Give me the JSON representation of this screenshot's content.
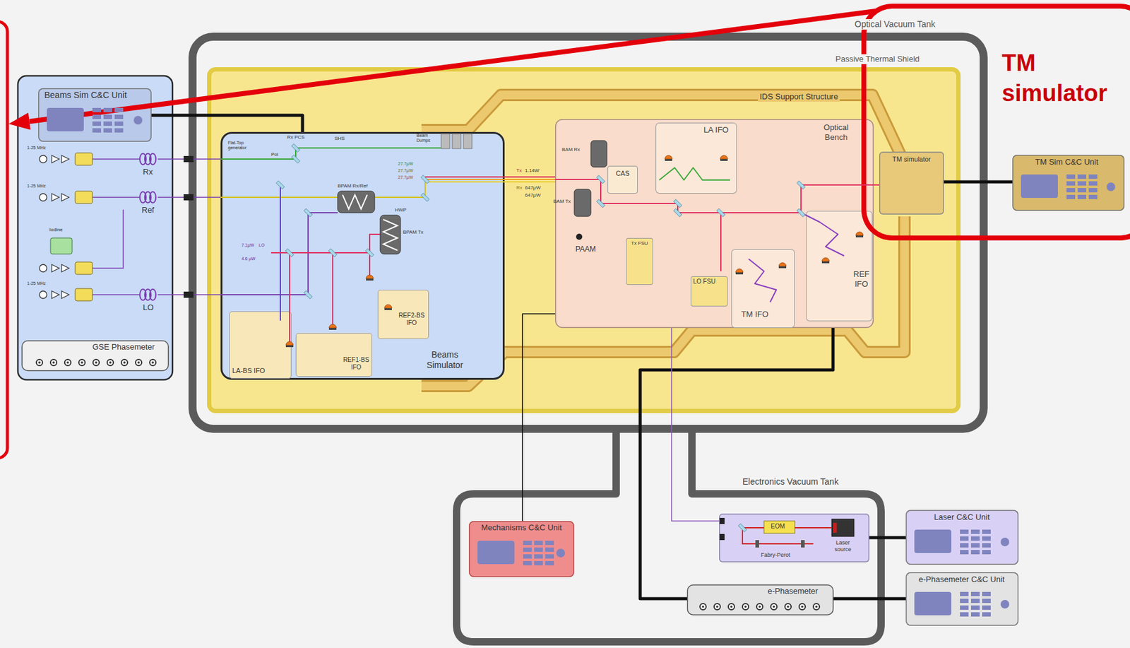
{
  "diagram": {
    "nodes": [
      {
        "text": [
          "Optical Vacuum Tank"
        ]
      },
      {
        "text": [
          "Passive Thermal Shield"
        ],
        "in": 0
      },
      {
        "text": [
          "IDS Support Structure"
        ],
        "in": 1
      },
      {
        "text": [
          "Optical Bench"
        ],
        "in": 2
      },
      {
        "text": [
          "LA IFO"
        ],
        "in": 3
      },
      {
        "text": [
          "CAS"
        ],
        "in": 3
      },
      {
        "text": [
          "Tx FSU"
        ],
        "in": 3
      },
      {
        "text": [
          "LO FSU"
        ],
        "in": 3
      },
      {
        "text": [
          "TM IFO"
        ],
        "in": 3
      },
      {
        "text": [
          "REF IFO"
        ],
        "in": 3
      },
      {
        "text": [
          "TM simulator"
        ],
        "in": 1
      },
      {
        "text": [
          "Beams Simulator"
        ],
        "in": 1
      },
      {
        "text": [
          "LA-BS IFO"
        ],
        "in": 11
      },
      {
        "text": [
          "REF1-BS IFO"
        ],
        "in": 11
      },
      {
        "text": [
          "REF2-BS IFO"
        ],
        "in": 11
      },
      {
        "text": [
          "Beams Sim C&C Unit"
        ]
      },
      {
        "text": [
          "GSE Phasemeter"
        ]
      },
      {
        "text": [
          "TM Sim C&C Unit"
        ]
      },
      {
        "text": [
          "Electronics Vacuum Tank"
        ]
      },
      {
        "text": [
          "Mechanisms C&C Unit"
        ],
        "in": 18
      },
      {
        "text": [
          "EOM",
          "Fabry-Perot",
          "Laser source"
        ],
        "in": 18
      },
      {
        "text": [
          "e-Phasemeter"
        ],
        "in": 18
      },
      {
        "text": [
          "Laser C&C Unit"
        ]
      },
      {
        "text": [
          "e-Phasemeter C&C Unit"
        ]
      },
      {
        "text": [
          "TM simulator"
        ]
      }
    ],
    "edges": [
      {
        "from": 15,
        "to": 11,
        "arrow": "none"
      },
      {
        "from": 17,
        "to": 10,
        "arrow": "none"
      },
      {
        "from": 22,
        "to": 20,
        "arrow": "none"
      },
      {
        "from": 23,
        "to": 21,
        "arrow": "none"
      },
      {
        "from": 21,
        "to": 3,
        "arrow": "none"
      },
      {
        "from": 19,
        "to": 3,
        "arrow": "none"
      },
      {
        "from": 20,
        "to": 3,
        "arrow": "none"
      }
    ],
    "labels": [
      "1-25 MHz",
      "Rx",
      "1-25 MHz",
      "Ref",
      "Iodine",
      "1-25 MHz",
      "LO",
      "Flat-Top generator",
      "Rx PCS",
      "SHS",
      "Pol",
      "Beam Dumps",
      "27.7µW",
      "27.7µW",
      "27.7µW",
      "BPAM Rx/Ref",
      "HWP",
      "BPAM Tx",
      "7.1µW",
      "LO",
      "4.6 µW",
      "Tx",
      "1.14W",
      "Rx",
      "647µW",
      "647µW",
      "BAM Rx",
      "BAM Tx",
      "PAAM"
    ]
  }
}
